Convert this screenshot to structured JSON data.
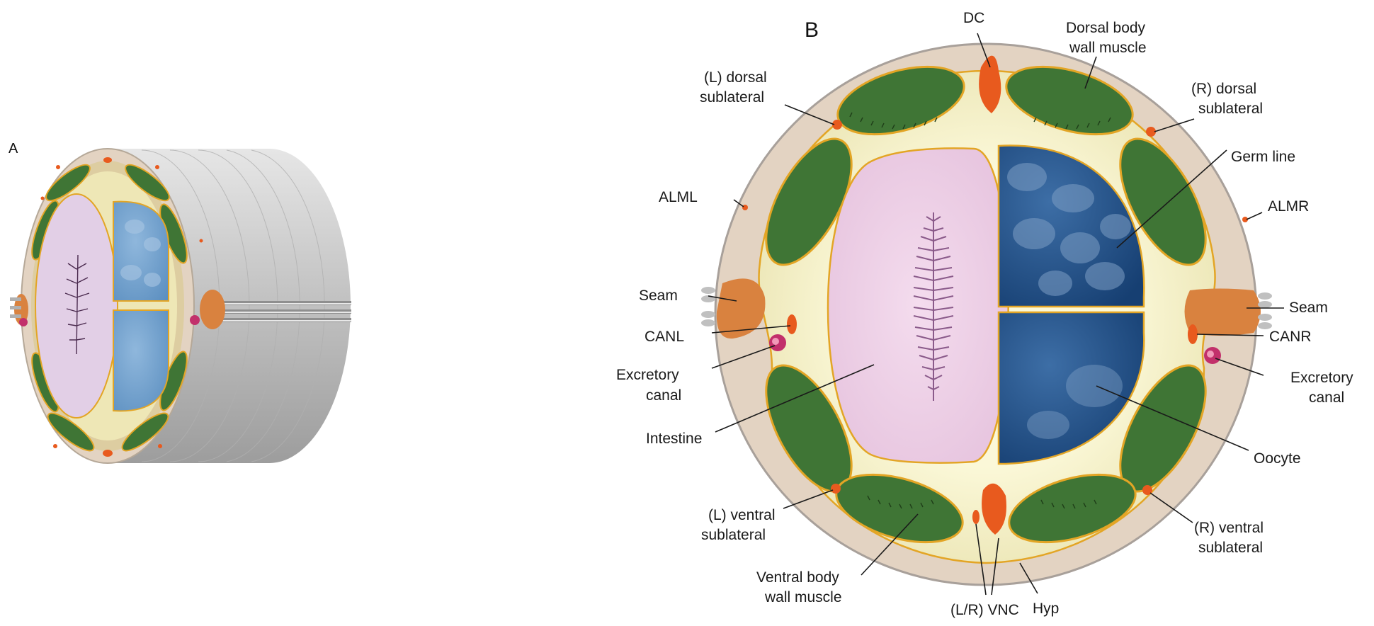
{
  "panels": {
    "a": {
      "letter": "A"
    },
    "b": {
      "letter": "B"
    }
  },
  "labels": {
    "dc": "DC",
    "dorsal_body_wall_muscle": [
      "Dorsal body",
      "wall muscle"
    ],
    "l_dorsal_sublateral": [
      "(L) dorsal",
      "sublateral"
    ],
    "r_dorsal_sublateral": [
      "(R) dorsal",
      "sublateral"
    ],
    "germ_line": "Germ line",
    "alml": "ALML",
    "almr": "ALMR",
    "seam_left": "Seam",
    "seam_right": "Seam",
    "canl": "CANL",
    "canr": "CANR",
    "excretory_canal_left": [
      "Excretory",
      "canal"
    ],
    "excretory_canal_right": [
      "Excretory",
      "canal"
    ],
    "intestine": "Intestine",
    "oocyte": "Oocyte",
    "l_ventral_sublateral": [
      "(L) ventral",
      "sublateral"
    ],
    "r_ventral_sublateral": [
      "(R) ventral",
      "sublateral"
    ],
    "ventral_body_wall_muscle": [
      "Ventral body",
      "wall muscle"
    ],
    "lr_vnc": "(L/R) VNC",
    "hyp": "Hyp"
  },
  "colors": {
    "cuticle_hypodermis": "#e3d3c2",
    "pseudocoelom": "#f3f0c8",
    "muscle": "#3f7535",
    "muscle_outline": "#e3a525",
    "intestine": "#edcfe6",
    "intestine_lumen": "#8a5a8a",
    "germ_line": "#1e4d84",
    "germ_line_panel_a": "#6e9fcb",
    "nerve": "#e85a1e",
    "seam": "#d9823f",
    "excretory_canal": "#c2306b",
    "cylinder_body": "#c8c8c8"
  }
}
